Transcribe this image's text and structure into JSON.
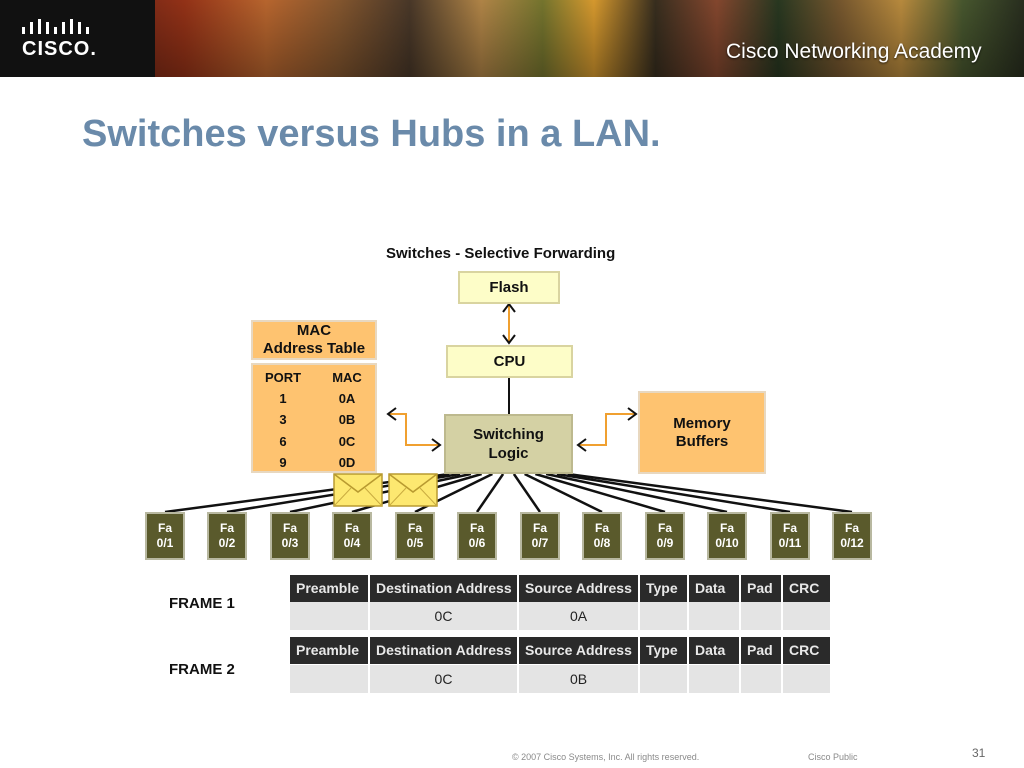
{
  "header": {
    "logo_text": "CISCO.",
    "academy_text": "Cisco Networking Academy"
  },
  "slide": {
    "title": "Switches versus Hubs in a LAN."
  },
  "diagram": {
    "title": "Switches - Selective Forwarding",
    "flash": "Flash",
    "cpu": "CPU",
    "switching_logic": [
      "Switching",
      "Logic"
    ],
    "memory_buffers": [
      "Memory",
      "Buffers"
    ],
    "mac_table_title": [
      "MAC",
      "Address Table"
    ],
    "mac_table": {
      "headers": [
        "PORT",
        "MAC"
      ],
      "rows": [
        [
          "1",
          "0A"
        ],
        [
          "3",
          "0B"
        ],
        [
          "6",
          "0C"
        ],
        [
          "9",
          "0D"
        ]
      ]
    },
    "ports": [
      {
        "top": "Fa",
        "bottom": "0/1"
      },
      {
        "top": "Fa",
        "bottom": "0/2"
      },
      {
        "top": "Fa",
        "bottom": "0/3"
      },
      {
        "top": "Fa",
        "bottom": "0/4"
      },
      {
        "top": "Fa",
        "bottom": "0/5"
      },
      {
        "top": "Fa",
        "bottom": "0/6"
      },
      {
        "top": "Fa",
        "bottom": "0/7"
      },
      {
        "top": "Fa",
        "bottom": "0/8"
      },
      {
        "top": "Fa",
        "bottom": "0/9"
      },
      {
        "top": "Fa",
        "bottom": "0/10"
      },
      {
        "top": "Fa",
        "bottom": "0/11"
      },
      {
        "top": "Fa",
        "bottom": "0/12"
      }
    ]
  },
  "frames": {
    "columns": [
      "Preamble",
      "Destination Address",
      "Source Address",
      "Type",
      "Data",
      "Pad",
      "CRC"
    ],
    "rows": [
      {
        "label": "FRAME 1",
        "values": [
          "",
          "0C",
          "0A",
          "",
          "",
          "",
          ""
        ]
      },
      {
        "label": "FRAME 2",
        "values": [
          "",
          "0C",
          "0B",
          "",
          "",
          "",
          ""
        ]
      }
    ]
  },
  "footer": {
    "copyright": "© 2007 Cisco Systems, Inc. All rights reserved.",
    "classification": "Cisco Public",
    "page_number": "31"
  },
  "colors": {
    "title": "#6a8aaa",
    "yellow_box": "#fdfdc8",
    "orange_box": "#fec370",
    "logic_box": "#d4d1a4",
    "port": "#5a5a2c",
    "arrow": "#f0a030",
    "table_header": "#2a2a2a",
    "table_cell": "#e4e4e4"
  }
}
